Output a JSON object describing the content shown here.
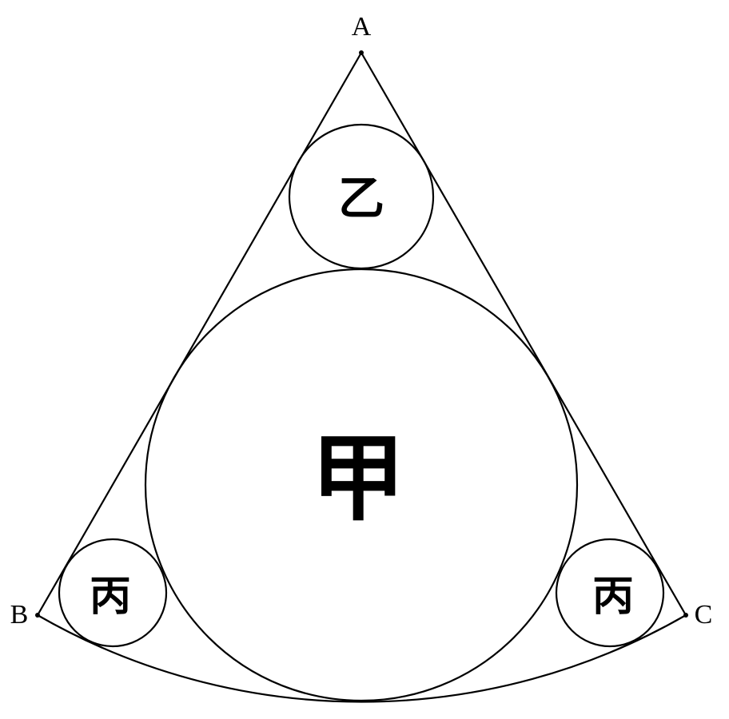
{
  "vertices": {
    "A": "A",
    "B": "B",
    "C": "C"
  },
  "circles": {
    "large": "甲",
    "top": "乙",
    "bottom_left": "丙",
    "bottom_right": "丙"
  },
  "colors": {
    "stroke": "#000000",
    "background": "#ffffff"
  }
}
